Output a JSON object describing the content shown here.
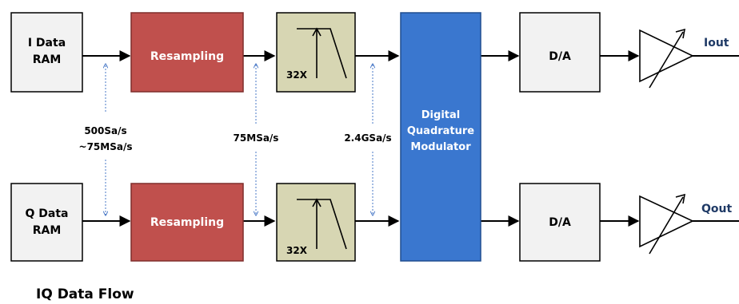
{
  "diagram": {
    "caption": "IQ Data Flow",
    "blocks": {
      "i_ram": [
        "I Data",
        "RAM"
      ],
      "q_ram": [
        "Q Data",
        "RAM"
      ],
      "i_resample": "Resampling",
      "q_resample": "Resampling",
      "i_filter": "32X",
      "q_filter": "32X",
      "modulator": [
        "Digital",
        "Quadrature",
        "Modulator"
      ],
      "i_dac": "D/A",
      "q_dac": "D/A"
    },
    "outputs": {
      "i": "Iout",
      "q": "Qout"
    },
    "rates": {
      "ram_to_resampling": [
        "500Sa/s",
        "~75MSa/s"
      ],
      "resampling_to_filter": "75MSa/s",
      "filter_to_modulator": "2.4GSa/s"
    },
    "colors": {
      "block_fill": "#f2f2f2",
      "resampling_fill": "#c0504d",
      "filter_fill": "#d7d6b3",
      "modulator_fill": "#3a77cf",
      "output_label": "#1f3a66",
      "rate_arrow": "#4a79c7"
    }
  }
}
